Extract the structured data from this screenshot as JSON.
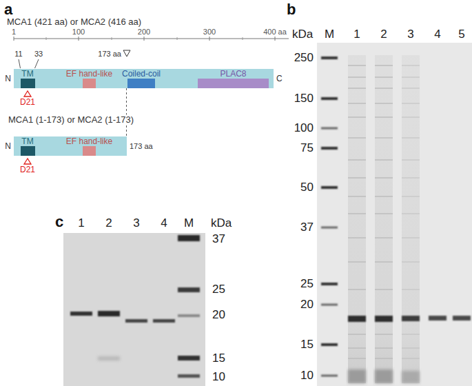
{
  "diagram": {
    "nodes": [
      {
        "text": [
          "N",
          "C"
        ]
      },
      {
        "text": [
          "TM"
        ],
        "in": 0
      },
      {
        "text": [
          "EF hand-like"
        ],
        "in": 0
      },
      {
        "text": [
          "Coiled-coil"
        ],
        "in": 0
      },
      {
        "text": [
          "PLAC8"
        ],
        "in": 0
      },
      {
        "text": [
          "N",
          "173 aa"
        ]
      },
      {
        "text": [
          "TM"
        ],
        "in": 5
      },
      {
        "text": [
          "EF hand-like"
        ],
        "in": 5
      }
    ],
    "edges": [
      {
        "from": 0,
        "to": 5,
        "arrow": "none"
      }
    ],
    "labels": [
      "a",
      "MCA1 (421 aa) or MCA2 (416 aa)",
      "1",
      "100",
      "200",
      "300",
      "400 aa",
      "11",
      "33",
      "173 aa",
      "D21",
      "MCA1 (1-173) or MCA2 (1-173)",
      "D21",
      "b",
      "kDa",
      "M",
      "1",
      "2",
      "3",
      "4",
      "5",
      "250",
      "150",
      "100",
      "75",
      "50",
      "37",
      "25",
      "20",
      "15",
      "10",
      "c",
      "1",
      "2",
      "3",
      "4",
      "M",
      "kDa",
      "37",
      "25",
      "20",
      "15",
      "10"
    ]
  }
}
